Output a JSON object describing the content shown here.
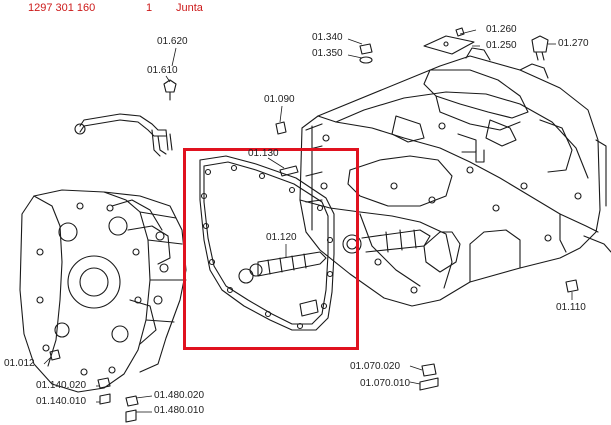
{
  "header": {
    "part_number": "1297 301 160",
    "quantity": "1",
    "description": "Junta"
  },
  "highlight": {
    "color": "#e0121f"
  },
  "callouts": {
    "c01_620": "01.620",
    "c01_610": "01.610",
    "c01_090": "01.090",
    "c01_130": "01.130",
    "c01_120": "01.120",
    "c01_340": "01.340",
    "c01_350": "01.350",
    "c01_260": "01.260",
    "c01_250": "01.250",
    "c01_270": "01.270",
    "c01_110": "01.110",
    "c01_012": "01.012",
    "c01_140_020": "01.140.020",
    "c01_140_010": "01.140.010",
    "c01_480_020": "01.480.020",
    "c01_480_010": "01.480.010",
    "c01_070_020": "01.070.020",
    "c01_070_010": "01.070.010"
  }
}
